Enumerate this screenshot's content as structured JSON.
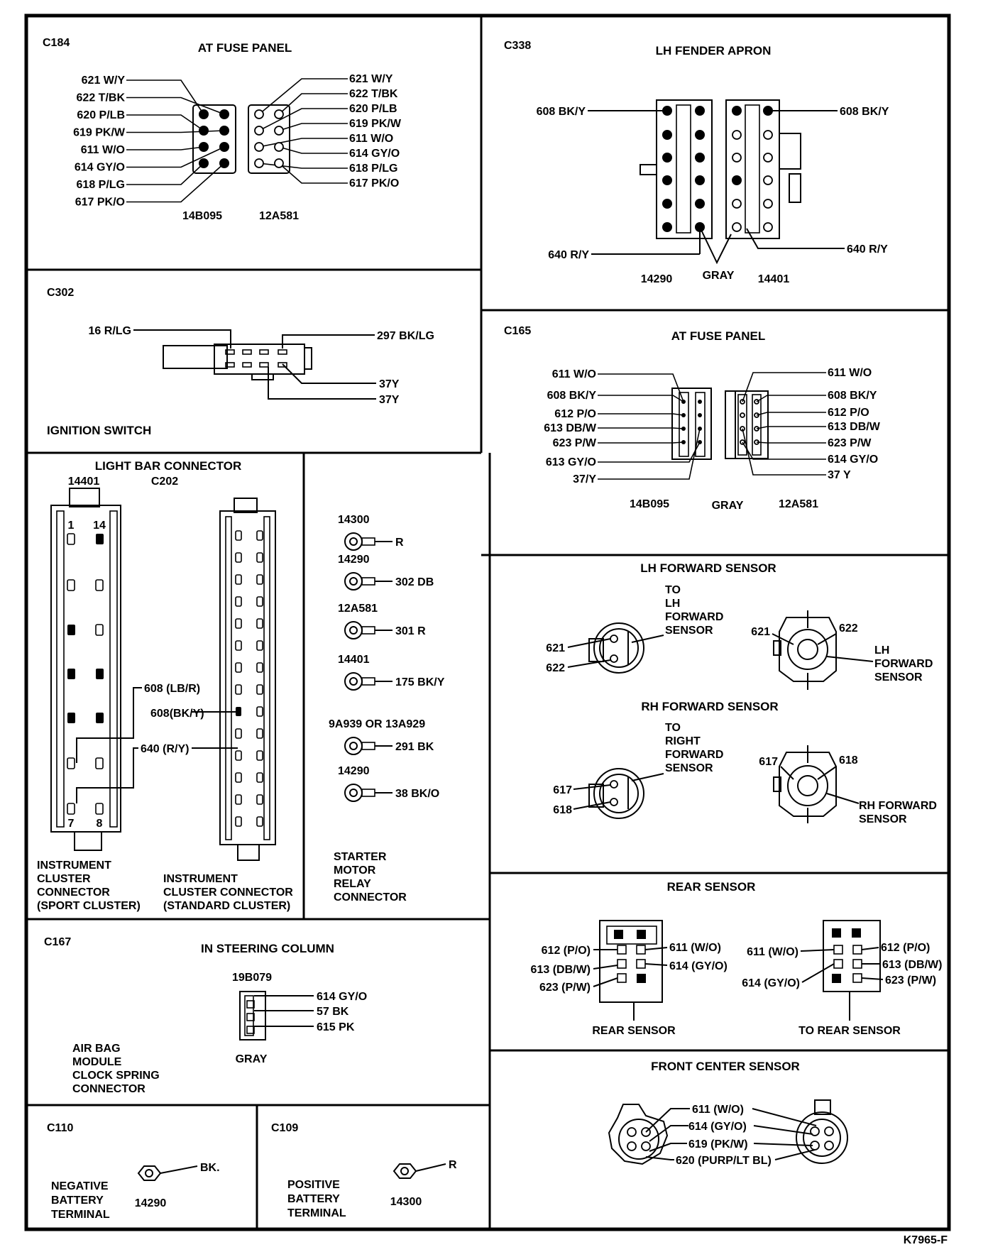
{
  "c184": {
    "id": "C184",
    "title": "AT FUSE PANEL",
    "left_wires": [
      "621 W/Y",
      "622 T/BK",
      "620 P/LB",
      "619 PK/W",
      "611 W/O",
      "614 GY/O",
      "618 P/LG",
      "617 PK/O"
    ],
    "right_wires": [
      "621 W/Y",
      "622 T/BK",
      "620 P/LB",
      "619 PK/W",
      "611 W/O",
      "614 GY/O",
      "618 P/LG",
      "617 PK/O"
    ],
    "part_left": "14B095",
    "part_right": "12A581"
  },
  "c338": {
    "id": "C338",
    "title": "LH FENDER APRON",
    "wire_top_left": "608 BK/Y",
    "wire_top_right": "608 BK/Y",
    "wire_bot_left": "640 R/Y",
    "wire_bot_right": "640 R/Y",
    "color": "GRAY",
    "part_left": "14290",
    "part_right": "14401"
  },
  "c302": {
    "id": "C302",
    "wire_left": "16 R/LG",
    "wire_right": "297 BK/LG",
    "wire_b1": "37Y",
    "wire_b2": "37Y",
    "caption": "IGNITION SWITCH"
  },
  "c165": {
    "id": "C165",
    "title": "AT FUSE PANEL",
    "left_wires": [
      "611 W/O",
      "608 BK/Y",
      "612 P/O",
      "613 DB/W",
      "623 P/W",
      "613 GY/O",
      "37/Y"
    ],
    "right_wires": [
      "611 W/O",
      "608 BK/Y",
      "612 P/O",
      "613 DB/W",
      "623 P/W",
      "614 GY/O",
      "37 Y"
    ],
    "part_left": "14B095",
    "color": "GRAY",
    "part_right": "12A581"
  },
  "lightbar": {
    "title": "LIGHT BAR CONNECTOR",
    "part": "14401",
    "conn": "C202",
    "pin_1": "1",
    "pin_14": "14",
    "pin_7": "7",
    "pin_8": "8",
    "wire_a": "608 (LB/R)",
    "wire_b": "608(BK/Y)",
    "wire_c": "640 (R/Y)",
    "caption_left": [
      "INSTRUMENT",
      "CLUSTER",
      "CONNECTOR",
      "(SPORT CLUSTER)"
    ],
    "caption_right": [
      "INSTRUMENT",
      "CLUSTER CONNECTOR",
      "(STANDARD CLUSTER)"
    ]
  },
  "starter": {
    "terminals": [
      {
        "part": "14300",
        "wire": "R"
      },
      {
        "part": "14290",
        "wire": "302 DB"
      },
      {
        "part": "12A581",
        "wire": "301 R"
      },
      {
        "part": "14401",
        "wire": "175 BK/Y"
      },
      {
        "part": "9A939 OR 13A929",
        "wire": "291 BK"
      },
      {
        "part": "14290",
        "wire": "38 BK/O"
      }
    ],
    "caption": [
      "STARTER",
      "MOTOR",
      "RELAY",
      "CONNECTOR"
    ]
  },
  "lh_sensor": {
    "title": "LH FORWARD SENSOR",
    "to": [
      "TO",
      "LH",
      "FORWARD",
      "SENSOR"
    ],
    "pin_a": "621",
    "pin_b": "622",
    "pin_c": "621",
    "pin_d": "622",
    "side": [
      "LH",
      "FORWARD",
      "SENSOR"
    ]
  },
  "rh_sensor": {
    "title": "RH FORWARD SENSOR",
    "to": [
      "TO",
      "RIGHT",
      "FORWARD",
      "SENSOR"
    ],
    "pin_a": "617",
    "pin_b": "618",
    "pin_c": "617",
    "pin_d": "618",
    "side": [
      "RH FORWARD",
      "SENSOR"
    ]
  },
  "c167": {
    "id": "C167",
    "title": "IN STEERING COLUMN",
    "part": "19B079",
    "wires": [
      "614 GY/O",
      "57 BK",
      "615  PK"
    ],
    "color": "GRAY",
    "caption": [
      "AIR BAG",
      "MODULE",
      "CLOCK SPRING",
      "CONNECTOR"
    ]
  },
  "rear": {
    "title": "REAR SENSOR",
    "l_left": [
      "612  (P/O)",
      "613  (DB/W)",
      "623  (P/W)"
    ],
    "l_right": [
      "611  (W/O)",
      "614  (GY/O)"
    ],
    "r_left": [
      "611  (W/O)",
      "614  (GY/O)"
    ],
    "r_right": [
      "612  (P/O)",
      "613  (DB/W)",
      "623  (P/W)"
    ],
    "cap_left": "REAR SENSOR",
    "cap_right": "TO REAR SENSOR"
  },
  "front": {
    "title": "FRONT CENTER SENSOR",
    "wires": [
      "611 (W/O)",
      "614 (GY/O)",
      "619 (PK/W)",
      "620 (PURP/LT BL)"
    ]
  },
  "c110": {
    "id": "C110",
    "wire": "BK.",
    "part": "14290",
    "caption": [
      "NEGATIVE",
      "BATTERY",
      "TERMINAL"
    ]
  },
  "c109": {
    "id": "C109",
    "wire": "R",
    "part": "14300",
    "caption": [
      "POSITIVE",
      "BATTERY",
      "TERMINAL"
    ]
  },
  "figure_code": "K7965-F"
}
